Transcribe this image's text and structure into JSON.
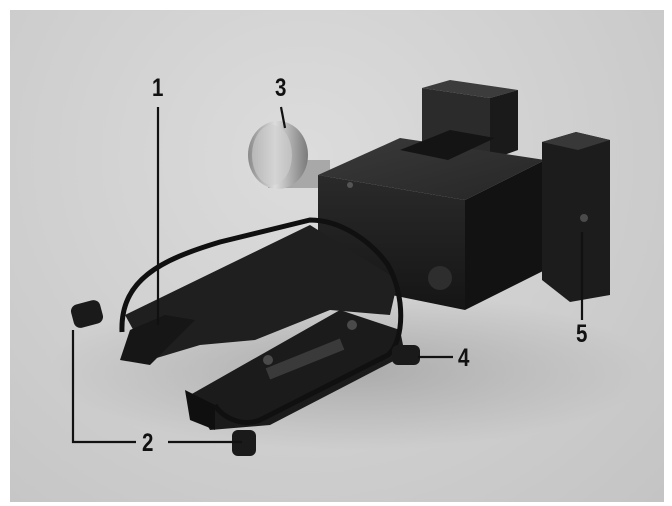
{
  "callouts": {
    "c1": "1",
    "c2": "2",
    "c3": "3",
    "c4": "4",
    "c5": "5"
  },
  "colors": {
    "background": "#cfcfcf",
    "metal_dark": "#1e1e1e",
    "knob_silver": "#b9b9b9",
    "leader": "#111111"
  }
}
